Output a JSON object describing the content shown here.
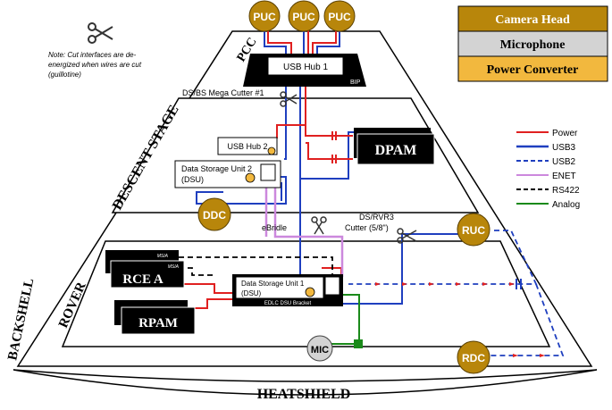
{
  "note": {
    "lines": [
      "Note: Cut interfaces are de-",
      "energized when wires are cut",
      "(guillotine)"
    ]
  },
  "legend_boxes": [
    {
      "label": "Camera Head",
      "color": "#b8860b",
      "text_color": "#ffffff"
    },
    {
      "label": "Microphone",
      "color": "#d3d3d3",
      "text_color": "#000000"
    },
    {
      "label": "Power Converter",
      "color": "#f2b83e",
      "text_color": "#000000"
    }
  ],
  "line_legend": [
    {
      "label": "Power",
      "color": "#e02020",
      "style": "solid"
    },
    {
      "label": "USB3",
      "color": "#1f3fbf",
      "style": "solid"
    },
    {
      "label": "USB2",
      "color": "#1f3fbf",
      "style": "dashed"
    },
    {
      "label": "ENET",
      "color": "#cc88dd",
      "style": "solid"
    },
    {
      "label": "RS422",
      "color": "#000000",
      "style": "dashed"
    },
    {
      "label": "Analog",
      "color": "#1a8a1a",
      "style": "solid"
    }
  ],
  "stages": {
    "pcc": "PCC",
    "descent_stage": "DESCENT STAGE",
    "backshell": "BACKSHELL",
    "rover": "ROVER",
    "heatshield": "HEATSHIELD"
  },
  "pucs": [
    "PUC",
    "PUC",
    "PUC"
  ],
  "usb_hub_1": "USB Hub 1",
  "bip": "BIP",
  "mega_cutter": "DS/BS Mega Cutter #1",
  "usb_hub_2": "USB Hub 2",
  "dpam": "DPAM",
  "dsu2": [
    "Data Storage Unit 2",
    "(DSU)"
  ],
  "ddc": "DDC",
  "ebridle": "eBridle",
  "rvr_cutter": [
    "DS/RVR3",
    "Cutter (5/8\")"
  ],
  "ruc": "RUC",
  "msia": [
    "MSIA",
    "MSIA"
  ],
  "rce_a": "RCE A",
  "rpam": "RPAM",
  "dsu1": [
    "Data Storage Unit 1",
    "(DSU)"
  ],
  "bracket": "EDLC DSU Bracket",
  "mic": "MIC",
  "rdc": "RDC"
}
